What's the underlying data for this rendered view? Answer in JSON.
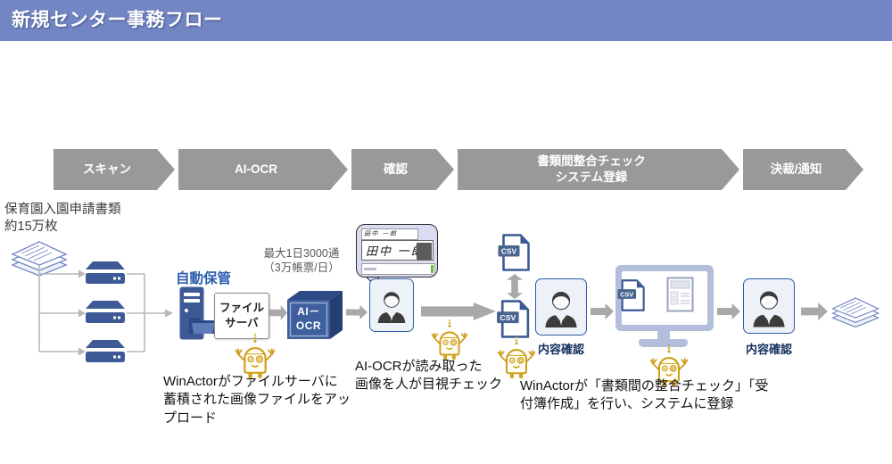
{
  "header": {
    "title": "新規センター事務フロー"
  },
  "flow_steps": [
    {
      "line1": "スキャン"
    },
    {
      "line1": "AI-OCR"
    },
    {
      "line1": "確認"
    },
    {
      "line1": "書類間整合チェック",
      "line2": "システム登録"
    },
    {
      "line1": "決裁/通知"
    }
  ],
  "left": {
    "source_line1": "保育園入園申請書類",
    "source_line2": "約15万枚"
  },
  "storage": {
    "auto_save": "自動保管",
    "file_server_line1": "ファイル",
    "file_server_line2": "サーバ",
    "capacity_line1": "最大1日3000通",
    "capacity_line2": "（3万帳票/日）"
  },
  "ocr": {
    "cube_line1": "AI－",
    "cube_line2": "OCR",
    "sample_name_small": "田中 一郎",
    "sample_name_large": "田中 一郎"
  },
  "csv_label": "CSV",
  "checks": {
    "check1": "内容確認",
    "check2": "内容確認"
  },
  "captions": {
    "c1": [
      "WinActorがファイルサーバに",
      "蓄積された画像ファイルをアッ",
      "プロード"
    ],
    "c2": [
      "AI-OCRが読み取った",
      "画像を人が目視チェック"
    ],
    "c3": [
      "WinActorが「書類間の整合チェック」「受",
      "付簿作成」を行い、システムに登録"
    ]
  },
  "colors": {
    "header_bg": "#7386c4",
    "step_gray": "#999999",
    "icon_blue": "#3d5a96",
    "robot_gold": "#cf9e1c",
    "accent_blue_text": "#2b5cad",
    "cursor_green": "#6abf3a"
  }
}
